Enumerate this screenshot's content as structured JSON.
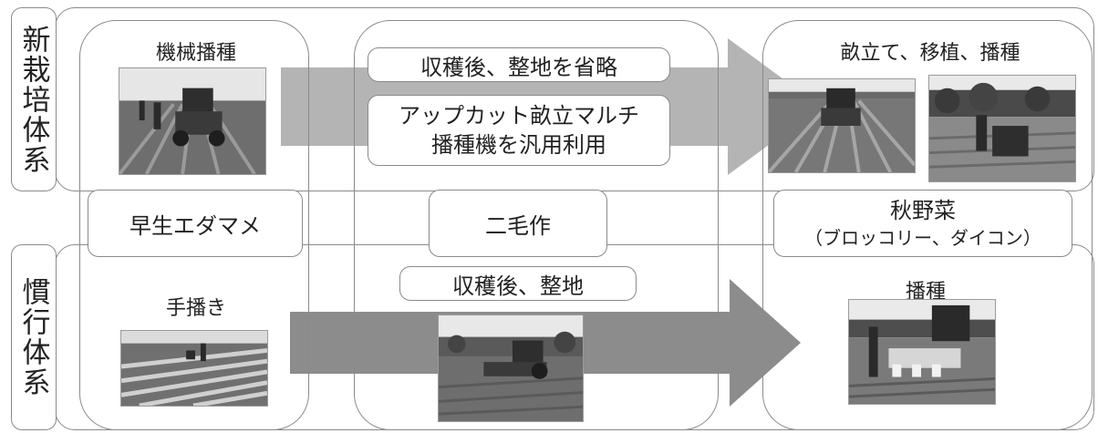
{
  "systems": {
    "new": "新栽培体系",
    "conventional": "慣行体系"
  },
  "new_system": {
    "left_label": "機械播種",
    "middle_top": "収穫後、整地を省略",
    "middle_bottom_line1": "アップカット畝立マルチ",
    "middle_bottom_line2": "播種機を汎用利用",
    "right_label": "畝立て、移植、播種"
  },
  "middle_row": {
    "left": "早生エダマメ",
    "center": "二毛作",
    "right_line1": "秋野菜",
    "right_line2": "（ブロッコリー、ダイコン）"
  },
  "conventional_system": {
    "left_label": "手播き",
    "middle": "収穫後、整地",
    "right_label": "播種"
  },
  "colors": {
    "arrow_light": "#b4b4b4",
    "arrow_dark": "#8c8c8c",
    "border": "#8a8a8a"
  }
}
